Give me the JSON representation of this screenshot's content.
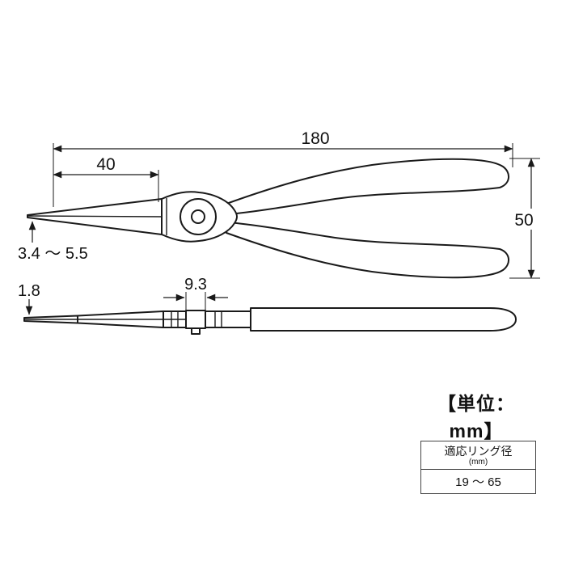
{
  "dims": {
    "total_length": "180",
    "jaw_length": "40",
    "handle_spread": "50",
    "tip_width_range": "3.4 ～ 5.5",
    "tip_thickness": "1.8",
    "joint_width": "9.3"
  },
  "unit_label": "【単位：mm】",
  "spec_table": {
    "title": "適応リング径",
    "unit": "(mm)",
    "value": "19 ～ 65"
  },
  "colors": {
    "line": "#1a1a1a",
    "background": "#ffffff"
  }
}
